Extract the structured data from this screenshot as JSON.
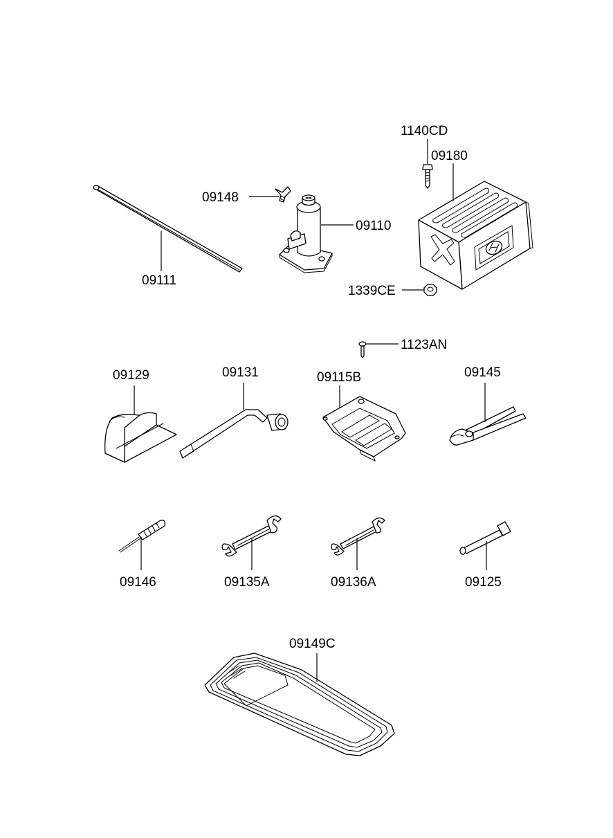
{
  "labels": {
    "p09111": "09111",
    "p09148": "09148",
    "p09110": "09110",
    "p1140CD": "1140CD",
    "p09180": "09180",
    "p1339CE": "1339CE",
    "p1123AN": "1123AN",
    "p09129": "09129",
    "p09131": "09131",
    "p09115B": "09115B",
    "p09145": "09145",
    "p09146": "09146",
    "p09135A": "09135A",
    "p09136A": "09136A",
    "p09125": "09125",
    "p09149C": "09149C"
  }
}
